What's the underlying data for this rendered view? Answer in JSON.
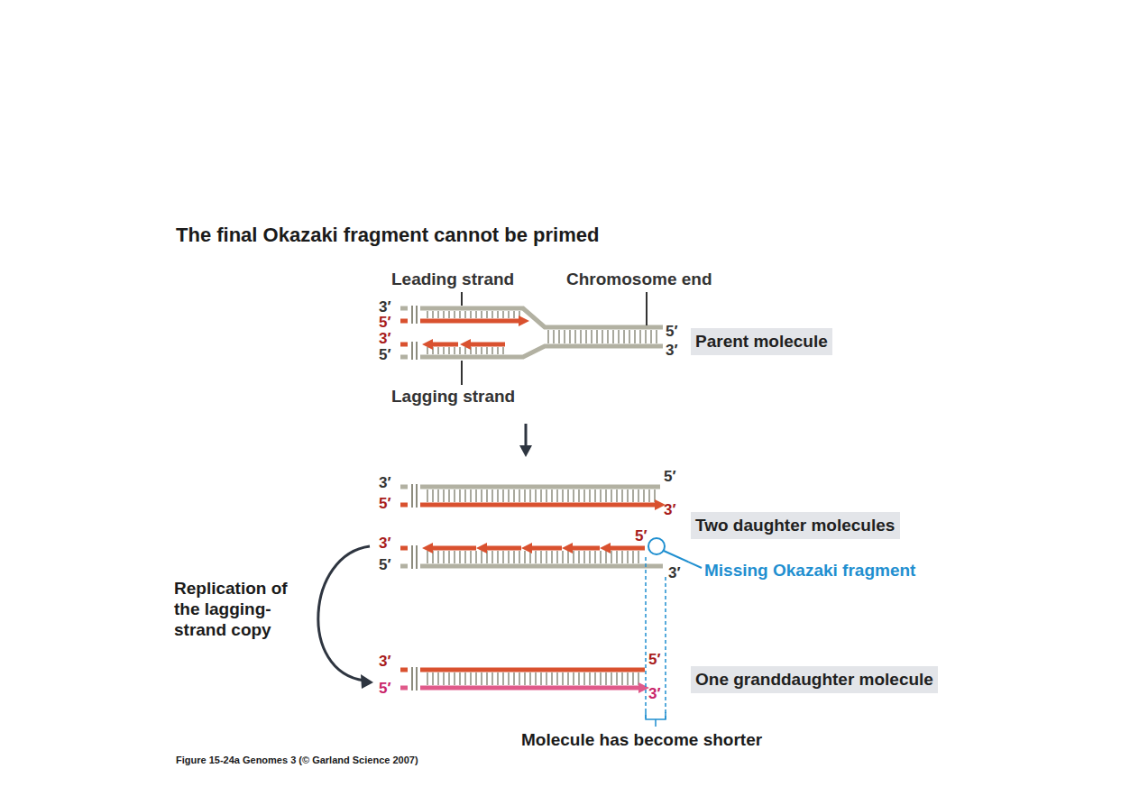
{
  "diagram": {
    "title": "The final Okazaki fragment cannot be primed",
    "caption": "Figure 15-24a Genomes 3 (© Garland Science 2007)",
    "nodes": [
      {
        "text": [
          "Parent molecule"
        ]
      },
      {
        "text": [
          "Two daughter molecules"
        ]
      },
      {
        "text": [
          "One granddaughter molecule"
        ]
      }
    ],
    "labels": [
      "Leading strand",
      "Chromosome end",
      "3′",
      "5′",
      "3′",
      "5′",
      "5′",
      "3′",
      "Lagging strand",
      "3′",
      "5′",
      "5′",
      "3′",
      "3′",
      "5′",
      "5′",
      "Missing Okazaki fragment",
      "3′",
      "Replication of the lagging-strand copy",
      "3′",
      "5′",
      "5′",
      "3′",
      "Molecule has become shorter"
    ]
  }
}
